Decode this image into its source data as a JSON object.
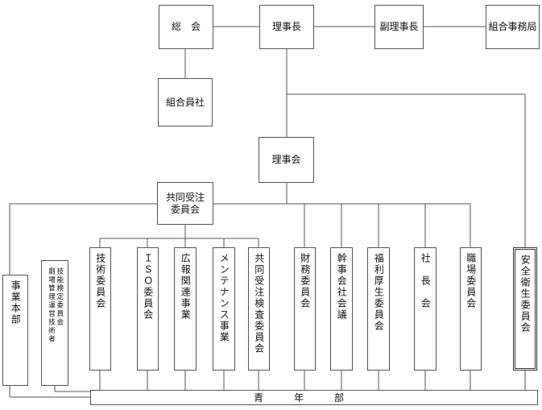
{
  "top": {
    "soukai": "総　会",
    "rijicho": "理事長",
    "fukurijicho": "副理事長",
    "kumiai_jimukyoku": "組合事務局"
  },
  "kumiaiinsha": "組合員社",
  "rijikai": "理事会",
  "kyodo_juchu": {
    "line1": "共同受注",
    "line2": "委員会"
  },
  "jigyo_honbu": "事業本部",
  "gekijo": {
    "col1": "劇場管理運営技術者",
    "col2": "技能検定委員会"
  },
  "committees_under_kyodo": [
    "技術委員会",
    "ＩＳＯ委員会",
    "広報関連事業",
    "メンテナンス事業",
    "共同受注検査委員会"
  ],
  "committees_under_rijikai": [
    "財務委員会",
    "幹事会社会議",
    "福利厚生委員会",
    "社　長　会",
    "職場委員会"
  ],
  "anzen_eisei": "安全衛生委員会",
  "seinenbu": "青年部"
}
